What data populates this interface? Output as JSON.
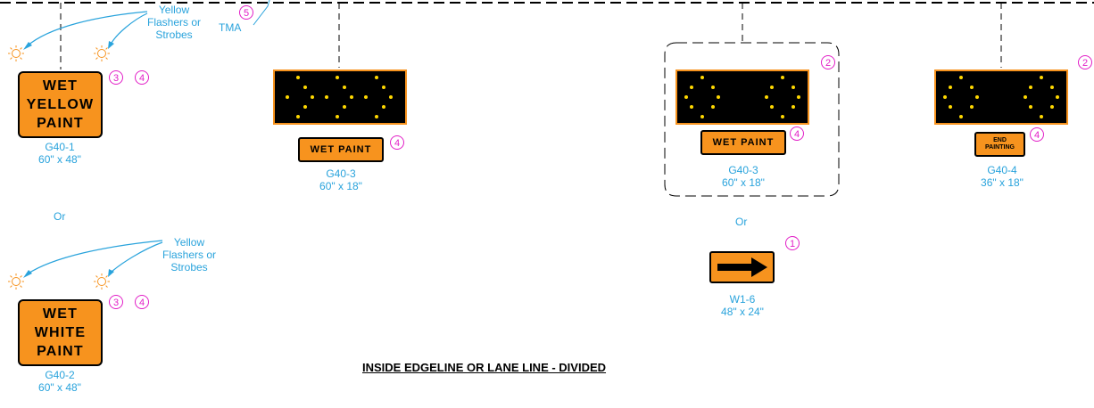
{
  "signs": {
    "g40_1": {
      "lines": [
        "WET",
        "YELLOW",
        "PAINT"
      ],
      "code": "G40-1",
      "size": "60\" x 48\""
    },
    "g40_2": {
      "lines": [
        "WET",
        "WHITE",
        "PAINT"
      ],
      "code": "G40-2",
      "size": "60\" x 48\""
    },
    "g40_3a": {
      "text": "WET PAINT",
      "code": "G40-3",
      "size": "60\" x 18\""
    },
    "g40_3b": {
      "text": "WET PAINT",
      "code": "G40-3",
      "size": "60\" x 18\""
    },
    "g40_4": {
      "lines": [
        "END",
        "PAINTING"
      ],
      "code": "G40-4",
      "size": "36\" x 18\""
    },
    "w1_6": {
      "code": "W1-6",
      "size": "48\" x 24\""
    }
  },
  "labels": {
    "flashers_1": [
      "Yellow",
      "Flashers or",
      "Strobes"
    ],
    "flashers_2": [
      "Yellow",
      "Flashers or",
      "Strobes"
    ],
    "tma": "TMA",
    "or_1": "Or",
    "or_2": "Or"
  },
  "notes": {
    "n1": "1",
    "n2": "2",
    "n3": "3",
    "n4": "4",
    "n5": "5"
  },
  "title": "INSIDE EDGELINE OR LANE LINE - DIVIDED",
  "colors": {
    "sign_orange": "#f7931e",
    "label_blue": "#29a3dc",
    "note_magenta": "#e21fc7",
    "light_yellow": "#ffd800"
  }
}
